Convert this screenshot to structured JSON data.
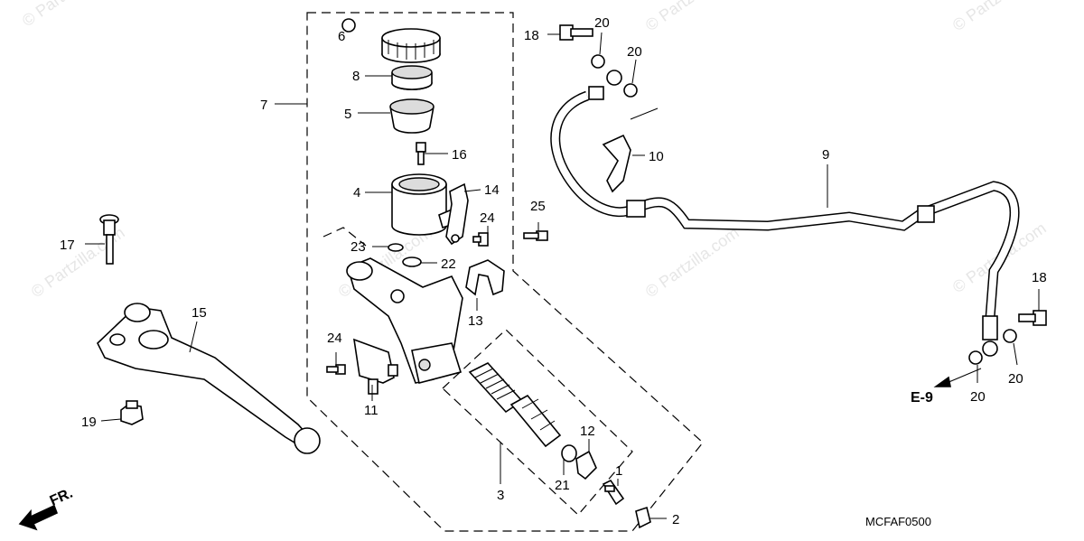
{
  "watermark": "© Partzilla.com",
  "diagram_code": "MCFAF0500",
  "reference": "E-9",
  "front_marker": "FR.",
  "callouts": {
    "c1": "1",
    "c2": "2",
    "c3": "3",
    "c4": "4",
    "c5": "5",
    "c6": "6",
    "c7": "7",
    "c8": "8",
    "c9": "9",
    "c10": "10",
    "c11": "11",
    "c12": "12",
    "c13": "13",
    "c14": "14",
    "c15": "15",
    "c16": "16",
    "c17": "17",
    "c18a": "18",
    "c18b": "18",
    "c19": "19",
    "c20a": "20",
    "c20b": "20",
    "c20c": "20",
    "c20d": "20",
    "c21": "21",
    "c22": "22",
    "c23": "23",
    "c24a": "24",
    "c24b": "24",
    "c25": "25"
  }
}
